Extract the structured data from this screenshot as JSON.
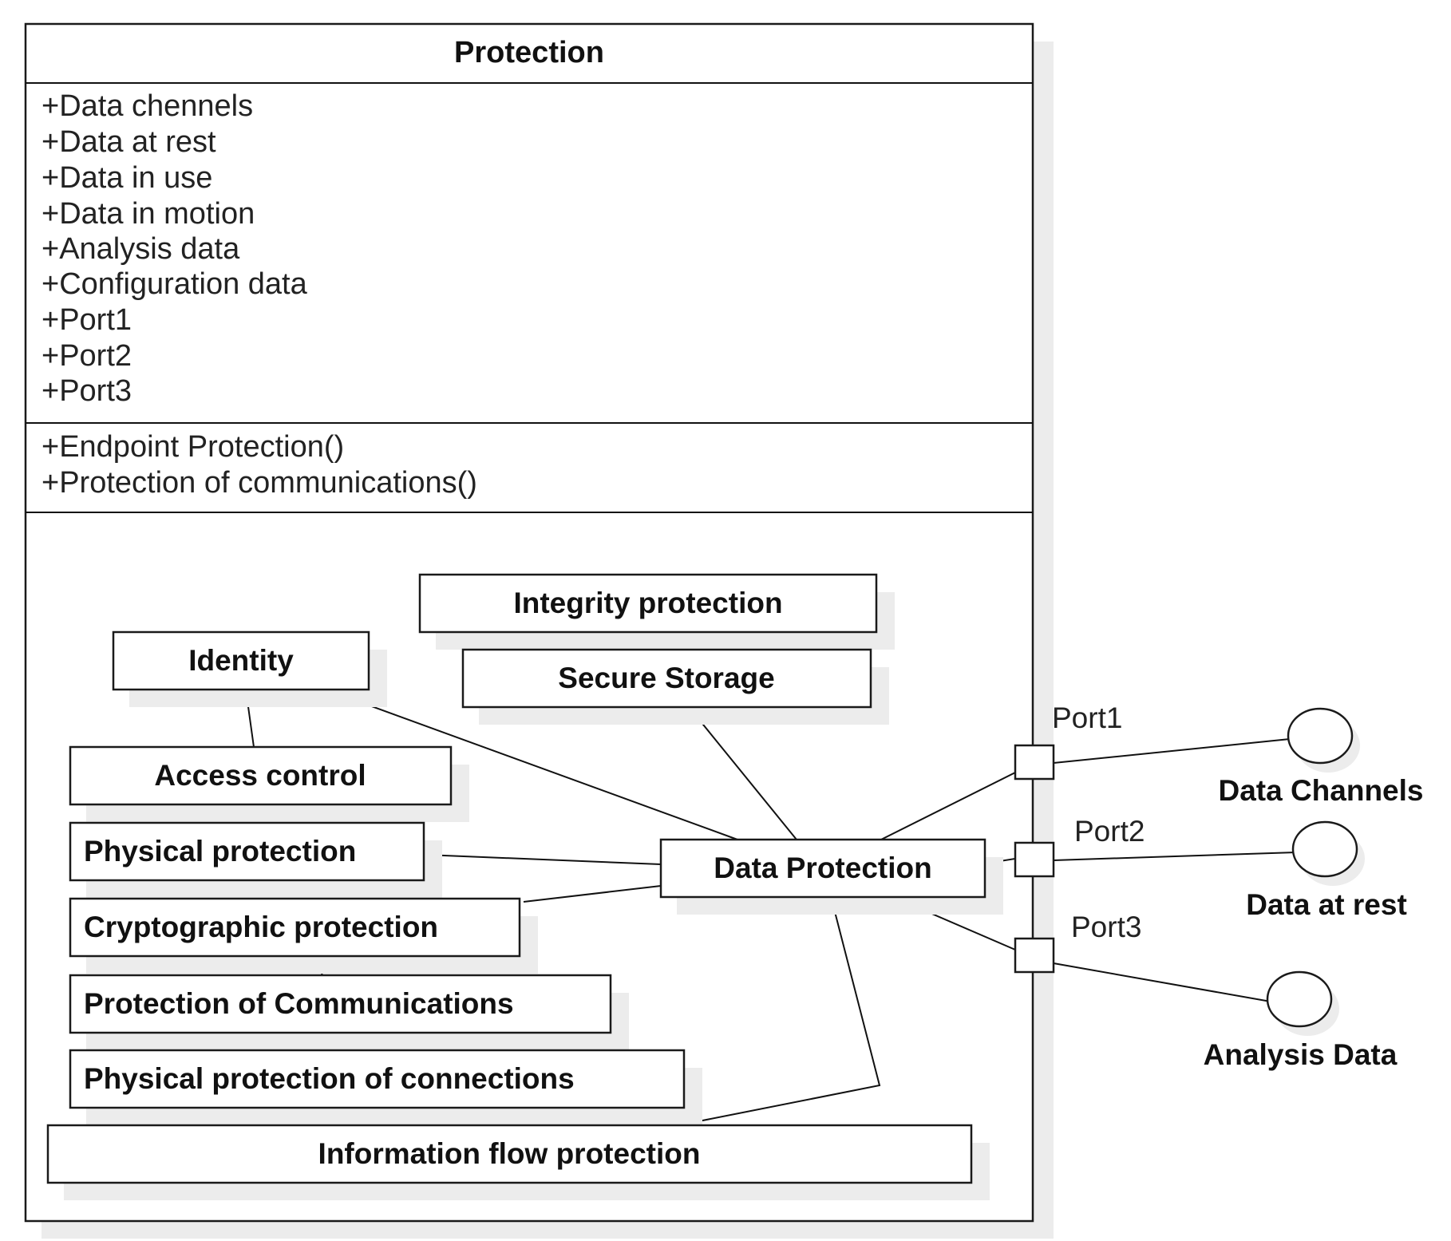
{
  "class_box": {
    "title": "Protection",
    "attributes": [
      "+Data chennels",
      "+Data at rest",
      "+Data in use",
      "+Data in motion",
      "+Analysis data",
      "+Configuration data",
      "+Port1",
      "+Port2",
      "+Port3"
    ],
    "operations": [
      "+Endpoint Protection()",
      "+Protection of communications()"
    ]
  },
  "components": {
    "integrity_protection": "Integrity protection",
    "secure_storage": "Secure Storage",
    "identity": "Identity",
    "access_control": "Access control",
    "physical_protection": "Physical protection",
    "cryptographic_protection": "Cryptographic protection",
    "protection_of_communications": "Protection of Communications",
    "physical_protection_of_connections": "Physical protection of connections",
    "information_flow_protection": "Information flow protection",
    "data_protection": "Data Protection"
  },
  "ports": {
    "port1": "Port1",
    "port2": "Port2",
    "port3": "Port3"
  },
  "interfaces": {
    "data_channels": "Data Channels",
    "data_at_rest": "Data at rest",
    "analysis_data": "Analysis Data"
  }
}
